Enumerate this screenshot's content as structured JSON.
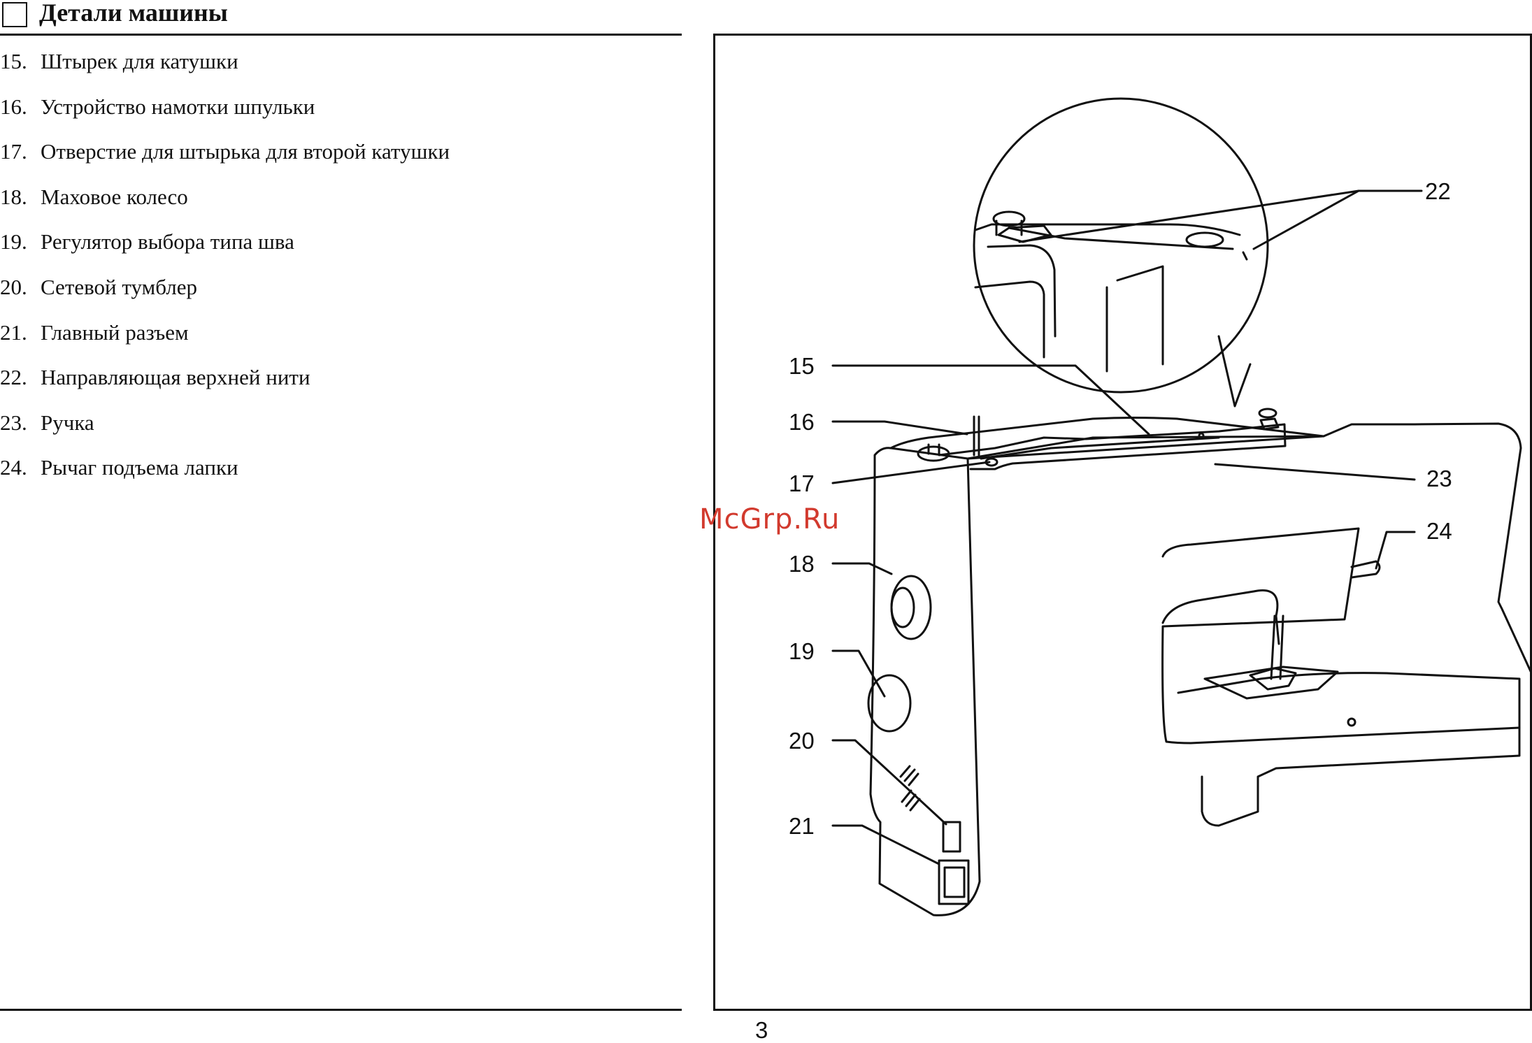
{
  "section": {
    "title": "Детали машины"
  },
  "parts": [
    {
      "num": "15.",
      "text": "Штырек для катушки"
    },
    {
      "num": "16.",
      "text": "Устройство намотки шпульки"
    },
    {
      "num": "17.",
      "text": "Отверстие для штырька для второй катушки"
    },
    {
      "num": "18.",
      "text": "Маховое колесо"
    },
    {
      "num": "19.",
      "text": "Регулятор выбора типа шва"
    },
    {
      "num": "20.",
      "text": "Сетевой тумблер"
    },
    {
      "num": "21.",
      "text": "Главный разъем"
    },
    {
      "num": "22.",
      "text": "Направляющая верхней нити"
    },
    {
      "num": "23.",
      "text": "Ручка"
    },
    {
      "num": "24.",
      "text": "Рычаг подъема лапки"
    }
  ],
  "figure": {
    "callouts": [
      "15",
      "16",
      "17",
      "18",
      "19",
      "20",
      "21",
      "22",
      "23",
      "24"
    ]
  },
  "watermark": "McGrp.Ru",
  "page_number": "3"
}
